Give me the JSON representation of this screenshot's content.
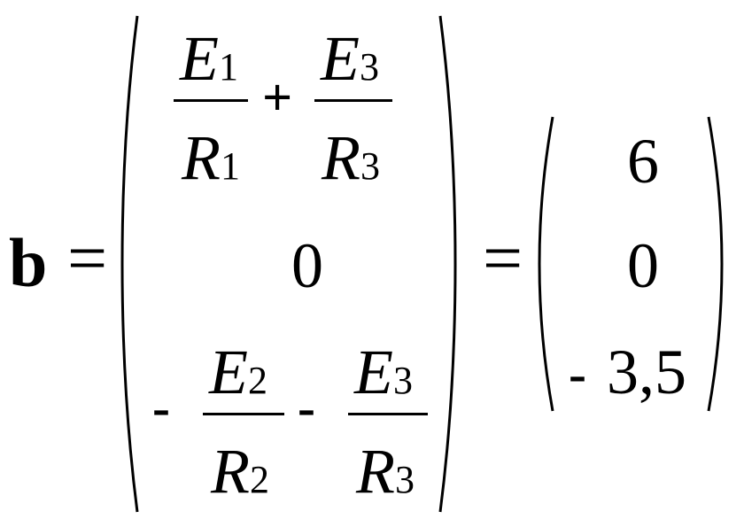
{
  "lhs": {
    "symbol": "b",
    "equals": "="
  },
  "matrix_symbolic": {
    "row1": {
      "term1": {
        "num_var": "E",
        "num_sub": "1",
        "den_var": "R",
        "den_sub": "1"
      },
      "op": "+",
      "term2": {
        "num_var": "E",
        "num_sub": "3",
        "den_var": "R",
        "den_sub": "3"
      }
    },
    "row2": {
      "value": "0"
    },
    "row3": {
      "sign": "-",
      "term1": {
        "num_var": "E",
        "num_sub": "2",
        "den_var": "R",
        "den_sub": "2"
      },
      "op": "-",
      "term2": {
        "num_var": "E",
        "num_sub": "3",
        "den_var": "R",
        "den_sub": "3"
      }
    }
  },
  "equals2": "=",
  "matrix_numeric": {
    "row1": "6",
    "row2": "0",
    "row3_sign": "-",
    "row3": "3,5"
  }
}
